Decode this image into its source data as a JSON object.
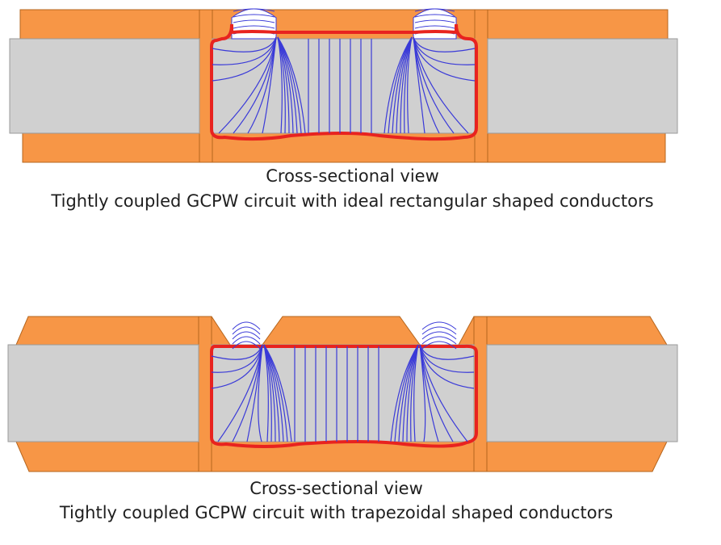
{
  "figures": [
    {
      "caption_line1": "Cross-sectional view",
      "caption_line2": "Tightly coupled GCPW circuit with ideal rectangular shaped conductors",
      "conductor_shape": "rectangular"
    },
    {
      "caption_line1": "Cross-sectional view",
      "caption_line2": "Tightly coupled GCPW circuit with trapezoidal shaped conductors",
      "conductor_shape": "trapezoidal"
    }
  ],
  "colors": {
    "copper": "#f79646",
    "copper_edge": "#b5651d",
    "substrate": "#d0d0d0",
    "substrate_edge": "#9a9a9a",
    "current_crowding": "#e8231f",
    "field_lines": "#3a3ad8"
  }
}
